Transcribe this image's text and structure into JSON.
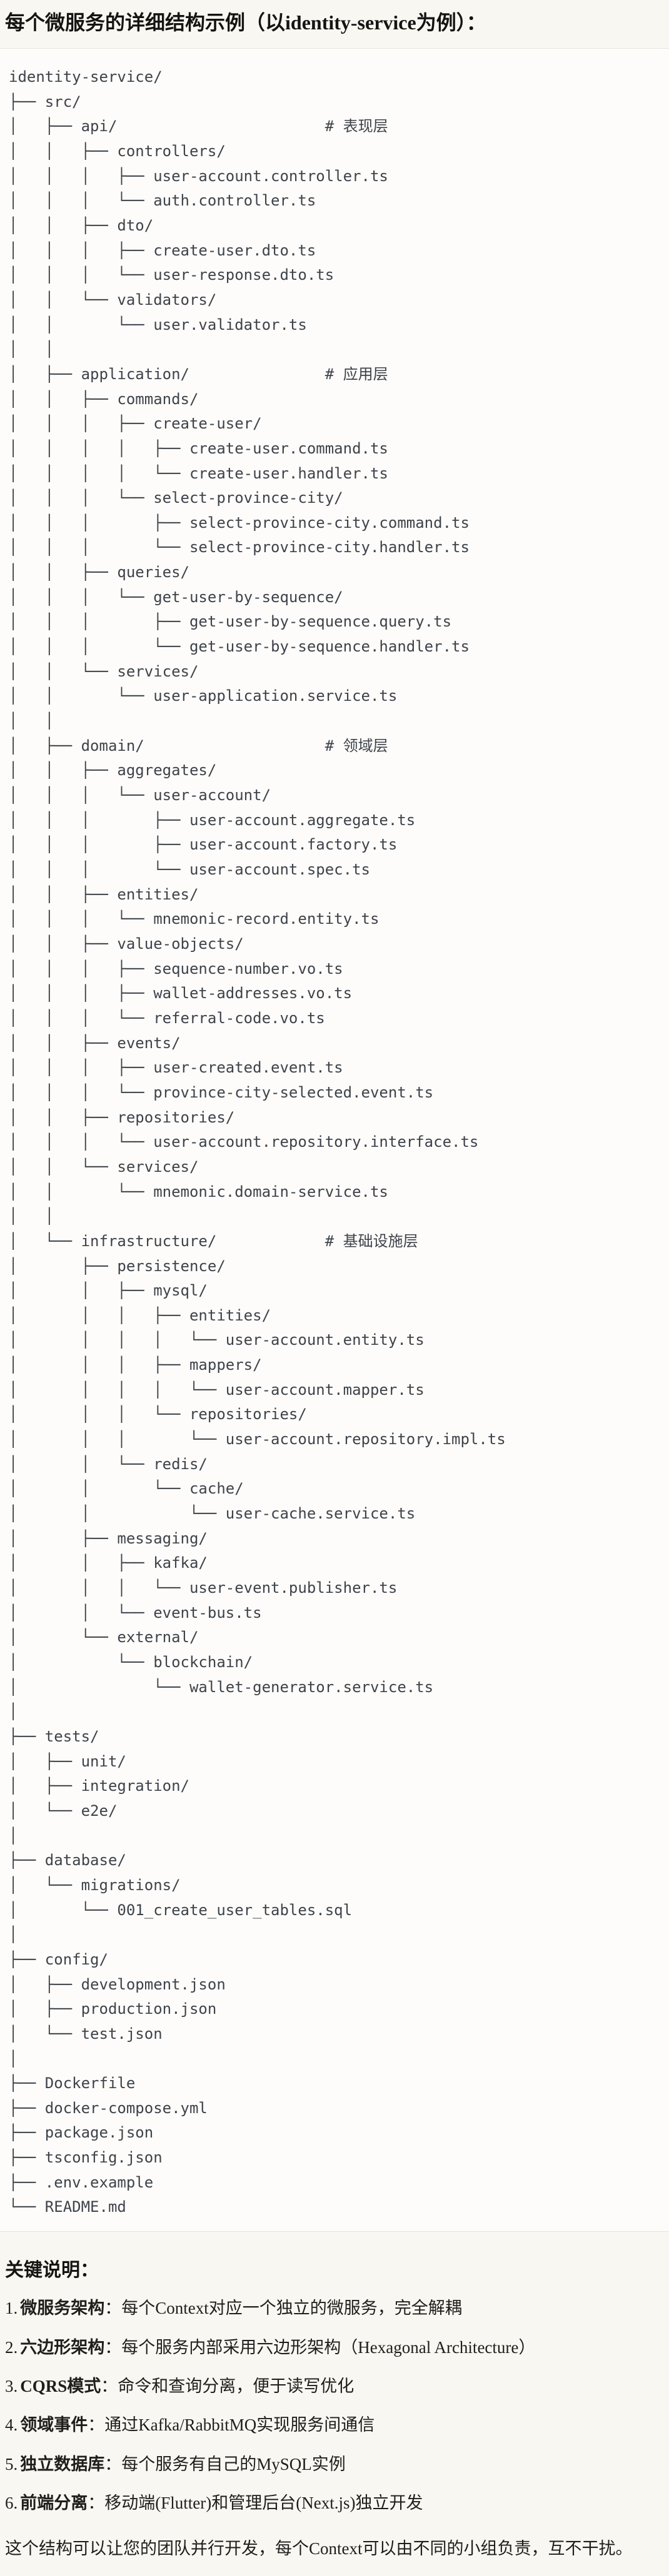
{
  "page": {
    "title": "每个微服务的详细结构示例（以identity-service为例）：",
    "colors": {
      "page_background": "#F9F7F1",
      "code_background": "#FDFCFA",
      "code_border": "#E7E4DC",
      "code_text": "#3E434A",
      "body_text": "#1F1E1C"
    }
  },
  "tree": {
    "lines": [
      "identity-service/",
      "├── src/",
      "│   ├── api/                       # 表现层",
      "│   │   ├── controllers/",
      "│   │   │   ├── user-account.controller.ts",
      "│   │   │   └── auth.controller.ts",
      "│   │   ├── dto/",
      "│   │   │   ├── create-user.dto.ts",
      "│   │   │   └── user-response.dto.ts",
      "│   │   └── validators/",
      "│   │       └── user.validator.ts",
      "│   │",
      "│   ├── application/               # 应用层",
      "│   │   ├── commands/",
      "│   │   │   ├── create-user/",
      "│   │   │   │   ├── create-user.command.ts",
      "│   │   │   │   └── create-user.handler.ts",
      "│   │   │   └── select-province-city/",
      "│   │   │       ├── select-province-city.command.ts",
      "│   │   │       └── select-province-city.handler.ts",
      "│   │   ├── queries/",
      "│   │   │   └── get-user-by-sequence/",
      "│   │   │       ├── get-user-by-sequence.query.ts",
      "│   │   │       └── get-user-by-sequence.handler.ts",
      "│   │   └── services/",
      "│   │       └── user-application.service.ts",
      "│   │",
      "│   ├── domain/                    # 领域层",
      "│   │   ├── aggregates/",
      "│   │   │   └── user-account/",
      "│   │   │       ├── user-account.aggregate.ts",
      "│   │   │       ├── user-account.factory.ts",
      "│   │   │       └── user-account.spec.ts",
      "│   │   ├── entities/",
      "│   │   │   └── mnemonic-record.entity.ts",
      "│   │   ├── value-objects/",
      "│   │   │   ├── sequence-number.vo.ts",
      "│   │   │   ├── wallet-addresses.vo.ts",
      "│   │   │   └── referral-code.vo.ts",
      "│   │   ├── events/",
      "│   │   │   ├── user-created.event.ts",
      "│   │   │   └── province-city-selected.event.ts",
      "│   │   ├── repositories/",
      "│   │   │   └── user-account.repository.interface.ts",
      "│   │   └── services/",
      "│   │       └── mnemonic.domain-service.ts",
      "│   │",
      "│   └── infrastructure/            # 基础设施层",
      "│       ├── persistence/",
      "│       │   ├── mysql/",
      "│       │   │   ├── entities/",
      "│       │   │   │   └── user-account.entity.ts",
      "│       │   │   ├── mappers/",
      "│       │   │   │   └── user-account.mapper.ts",
      "│       │   │   └── repositories/",
      "│       │   │       └── user-account.repository.impl.ts",
      "│       │   └── redis/",
      "│       │       └── cache/",
      "│       │           └── user-cache.service.ts",
      "│       ├── messaging/",
      "│       │   ├── kafka/",
      "│       │   │   └── user-event.publisher.ts",
      "│       │   └── event-bus.ts",
      "│       └── external/",
      "│           └── blockchain/",
      "│               └── wallet-generator.service.ts",
      "│",
      "├── tests/",
      "│   ├── unit/",
      "│   ├── integration/",
      "│   └── e2e/",
      "│",
      "├── database/",
      "│   └── migrations/",
      "│       └── 001_create_user_tables.sql",
      "│",
      "├── config/",
      "│   ├── development.json",
      "│   ├── production.json",
      "│   └── test.json",
      "│",
      "├── Dockerfile",
      "├── docker-compose.yml",
      "├── package.json",
      "├── tsconfig.json",
      "├── .env.example",
      "└── README.md"
    ]
  },
  "notes": {
    "heading": "关键说明：",
    "items": [
      {
        "num": "1.",
        "label": "微服务架构",
        "text": "：每个Context对应一个独立的微服务，完全解耦"
      },
      {
        "num": "2.",
        "label": "六边形架构",
        "text": "：每个服务内部采用六边形架构（Hexagonal Architecture）"
      },
      {
        "num": "3.",
        "label": "CQRS模式",
        "text": "：命令和查询分离，便于读写优化"
      },
      {
        "num": "4.",
        "label": "领域事件",
        "text": "：通过Kafka/RabbitMQ实现服务间通信"
      },
      {
        "num": "5.",
        "label": "独立数据库",
        "text": "：每个服务有自己的MySQL实例"
      },
      {
        "num": "6.",
        "label": "前端分离",
        "text": "：移动端(Flutter)和管理后台(Next.js)独立开发"
      }
    ],
    "closing": "这个结构可以让您的团队并行开发，每个Context可以由不同的小组负责，互不干扰。"
  }
}
